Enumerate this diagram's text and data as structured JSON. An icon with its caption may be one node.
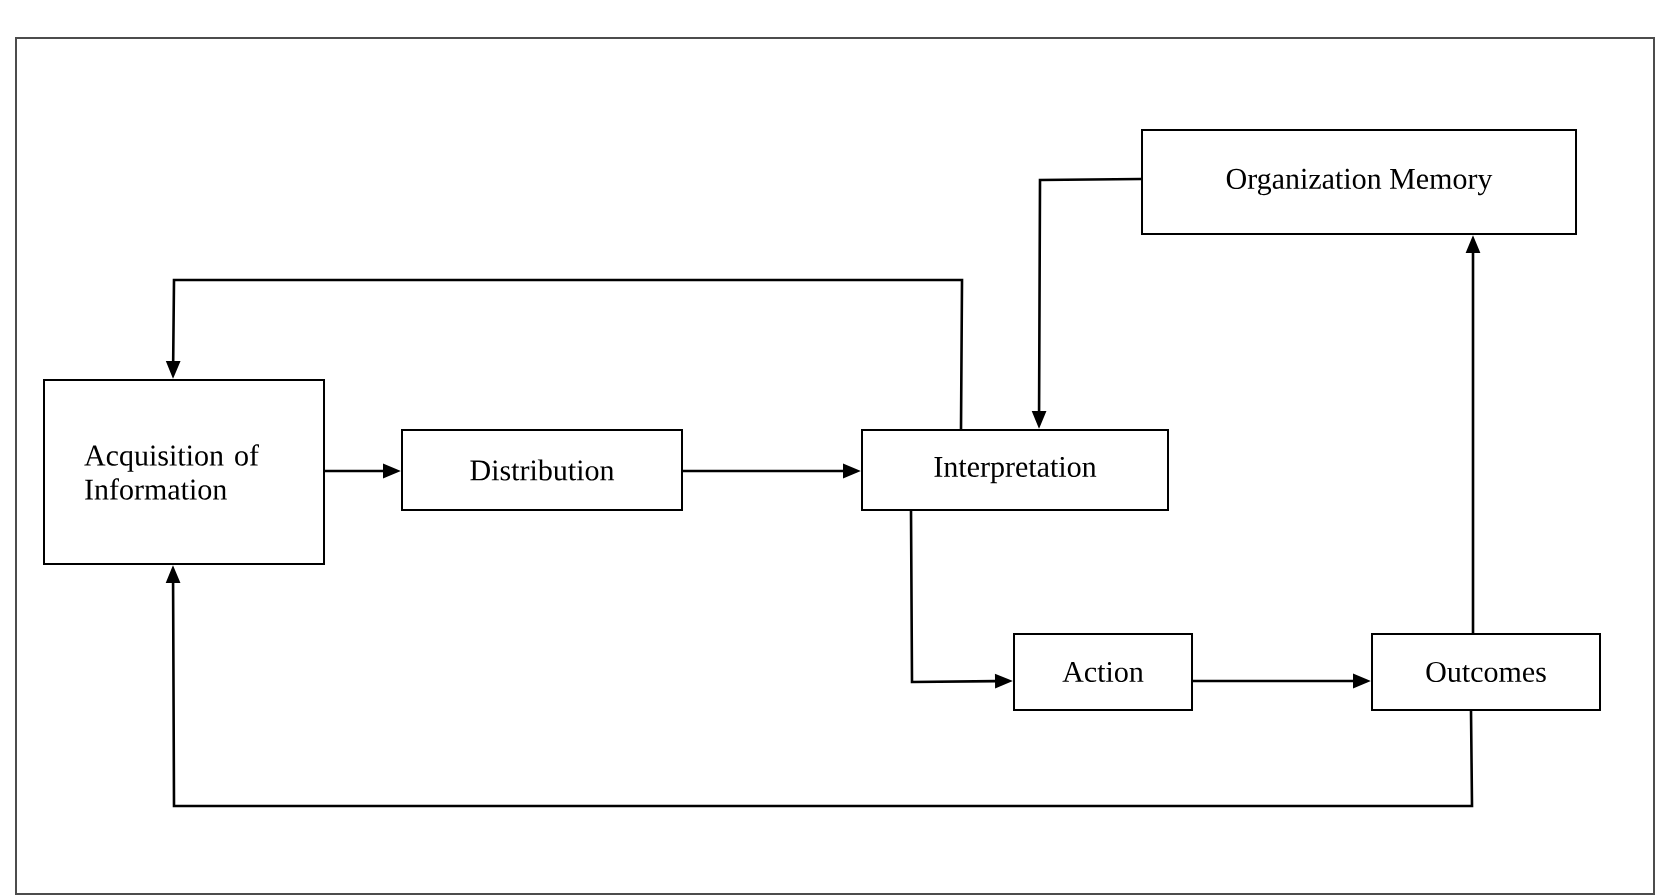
{
  "diagram": {
    "nodes": [
      {
        "text": [
          "Acquisition of Information"
        ]
      },
      {
        "text": [
          "Distribution"
        ]
      },
      {
        "text": [
          "Interpretation"
        ]
      },
      {
        "text": [
          "Organization Memory"
        ]
      },
      {
        "text": [
          "Action"
        ]
      },
      {
        "text": [
          "Outcomes"
        ]
      }
    ],
    "edges": [
      {
        "from": 0,
        "to": 1,
        "arrow": "to"
      },
      {
        "from": 1,
        "to": 2,
        "arrow": "to"
      },
      {
        "from": 2,
        "to": 0,
        "arrow": "to"
      },
      {
        "from": 3,
        "to": 2,
        "arrow": "to"
      },
      {
        "from": 2,
        "to": 4,
        "arrow": "to"
      },
      {
        "from": 4,
        "to": 5,
        "arrow": "to"
      },
      {
        "from": 5,
        "to": 3,
        "arrow": "to"
      },
      {
        "from": 5,
        "to": 0,
        "arrow": "to"
      }
    ]
  }
}
